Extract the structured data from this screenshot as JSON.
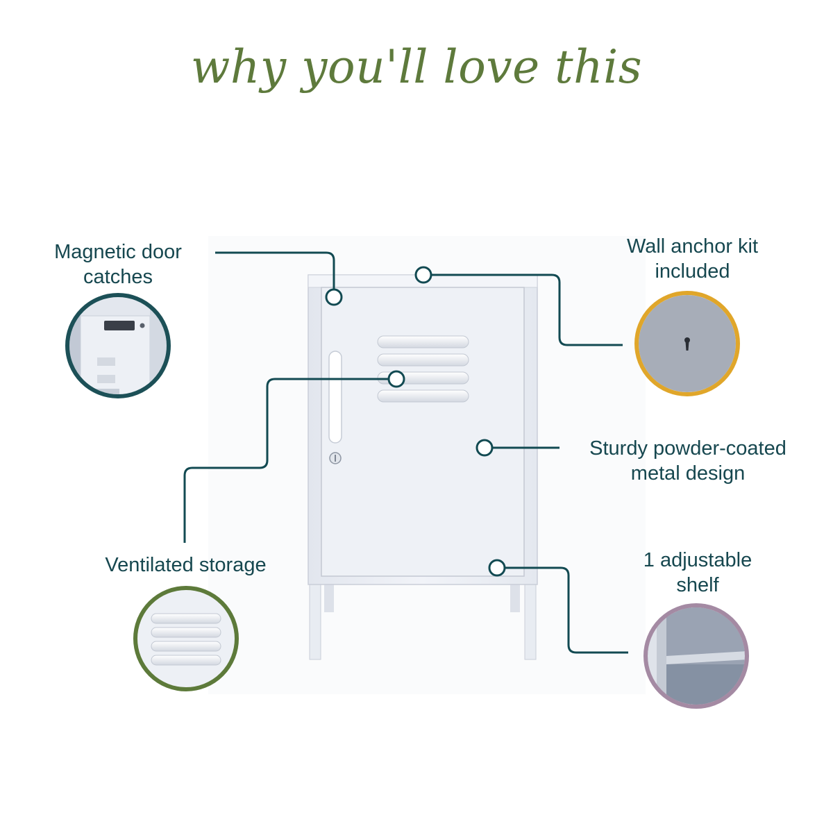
{
  "title": "why you'll love this",
  "features": {
    "magnetic": {
      "line1": "Magnetic door",
      "line2": "catches"
    },
    "wall_anchor": {
      "line1": "Wall anchor kit",
      "line2": "included"
    },
    "ventilated": {
      "line1": "Ventilated storage"
    },
    "sturdy": {
      "line1": "Sturdy powder-coated",
      "line2": "metal design"
    },
    "shelf": {
      "line1": "1 adjustable",
      "line2": "shelf"
    }
  },
  "colors": {
    "title": "#5e7a3c",
    "label_text": "#16474f",
    "callout_line": "#124a52",
    "ring_magnetic": "#1c5057",
    "ring_wall_anchor": "#e0a62a",
    "ring_ventilated": "#5d7a3a",
    "ring_shelf": "#a48aa3",
    "cabinet": "#eef1f6"
  },
  "icons": {
    "magnetic": "magnet-catch-icon",
    "wall_anchor": "keyhole-icon",
    "ventilated": "vent-slats-icon",
    "shelf": "shelf-icon"
  }
}
